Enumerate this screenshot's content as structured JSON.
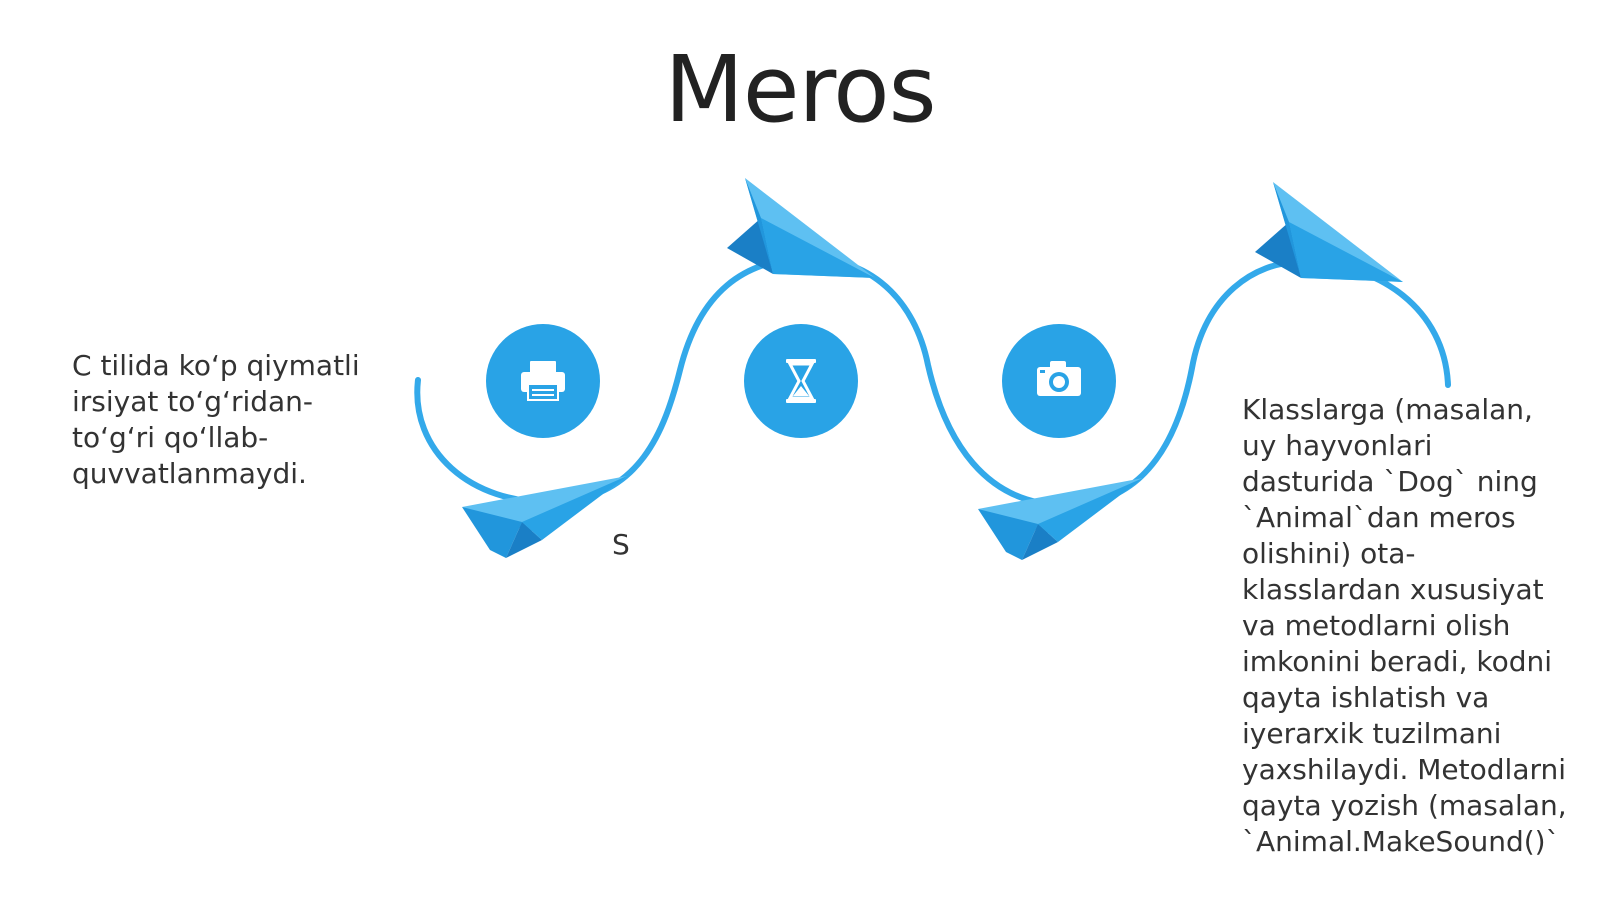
{
  "slide": {
    "title": "Meros",
    "left_text": "C tilida ko‘p qiymatli irsiyat to‘g‘ridan-to‘g‘ri qo‘llab-quvvatlanmaydi.",
    "right_text": "Klasslarga (masalan, uy hayvonlari dasturida `Dog` ning `Animal`dan meros olishini) ota-klasslardan xususiyat va metodlarni olish imkonini beradi, kodni qayta ishlatish va iyerarxik tuzilmani yaxshilaydi. Metodlarni qayta yozish (masalan, `Animal.MakeSound()`",
    "stray_label": "S"
  },
  "colors": {
    "accent": "#29a3e6",
    "accent_dark": "#1a7fc6",
    "accent_light": "#5ec0f2",
    "text": "#333333"
  },
  "icons": [
    "printer-icon",
    "hourglass-icon",
    "camera-icon"
  ]
}
